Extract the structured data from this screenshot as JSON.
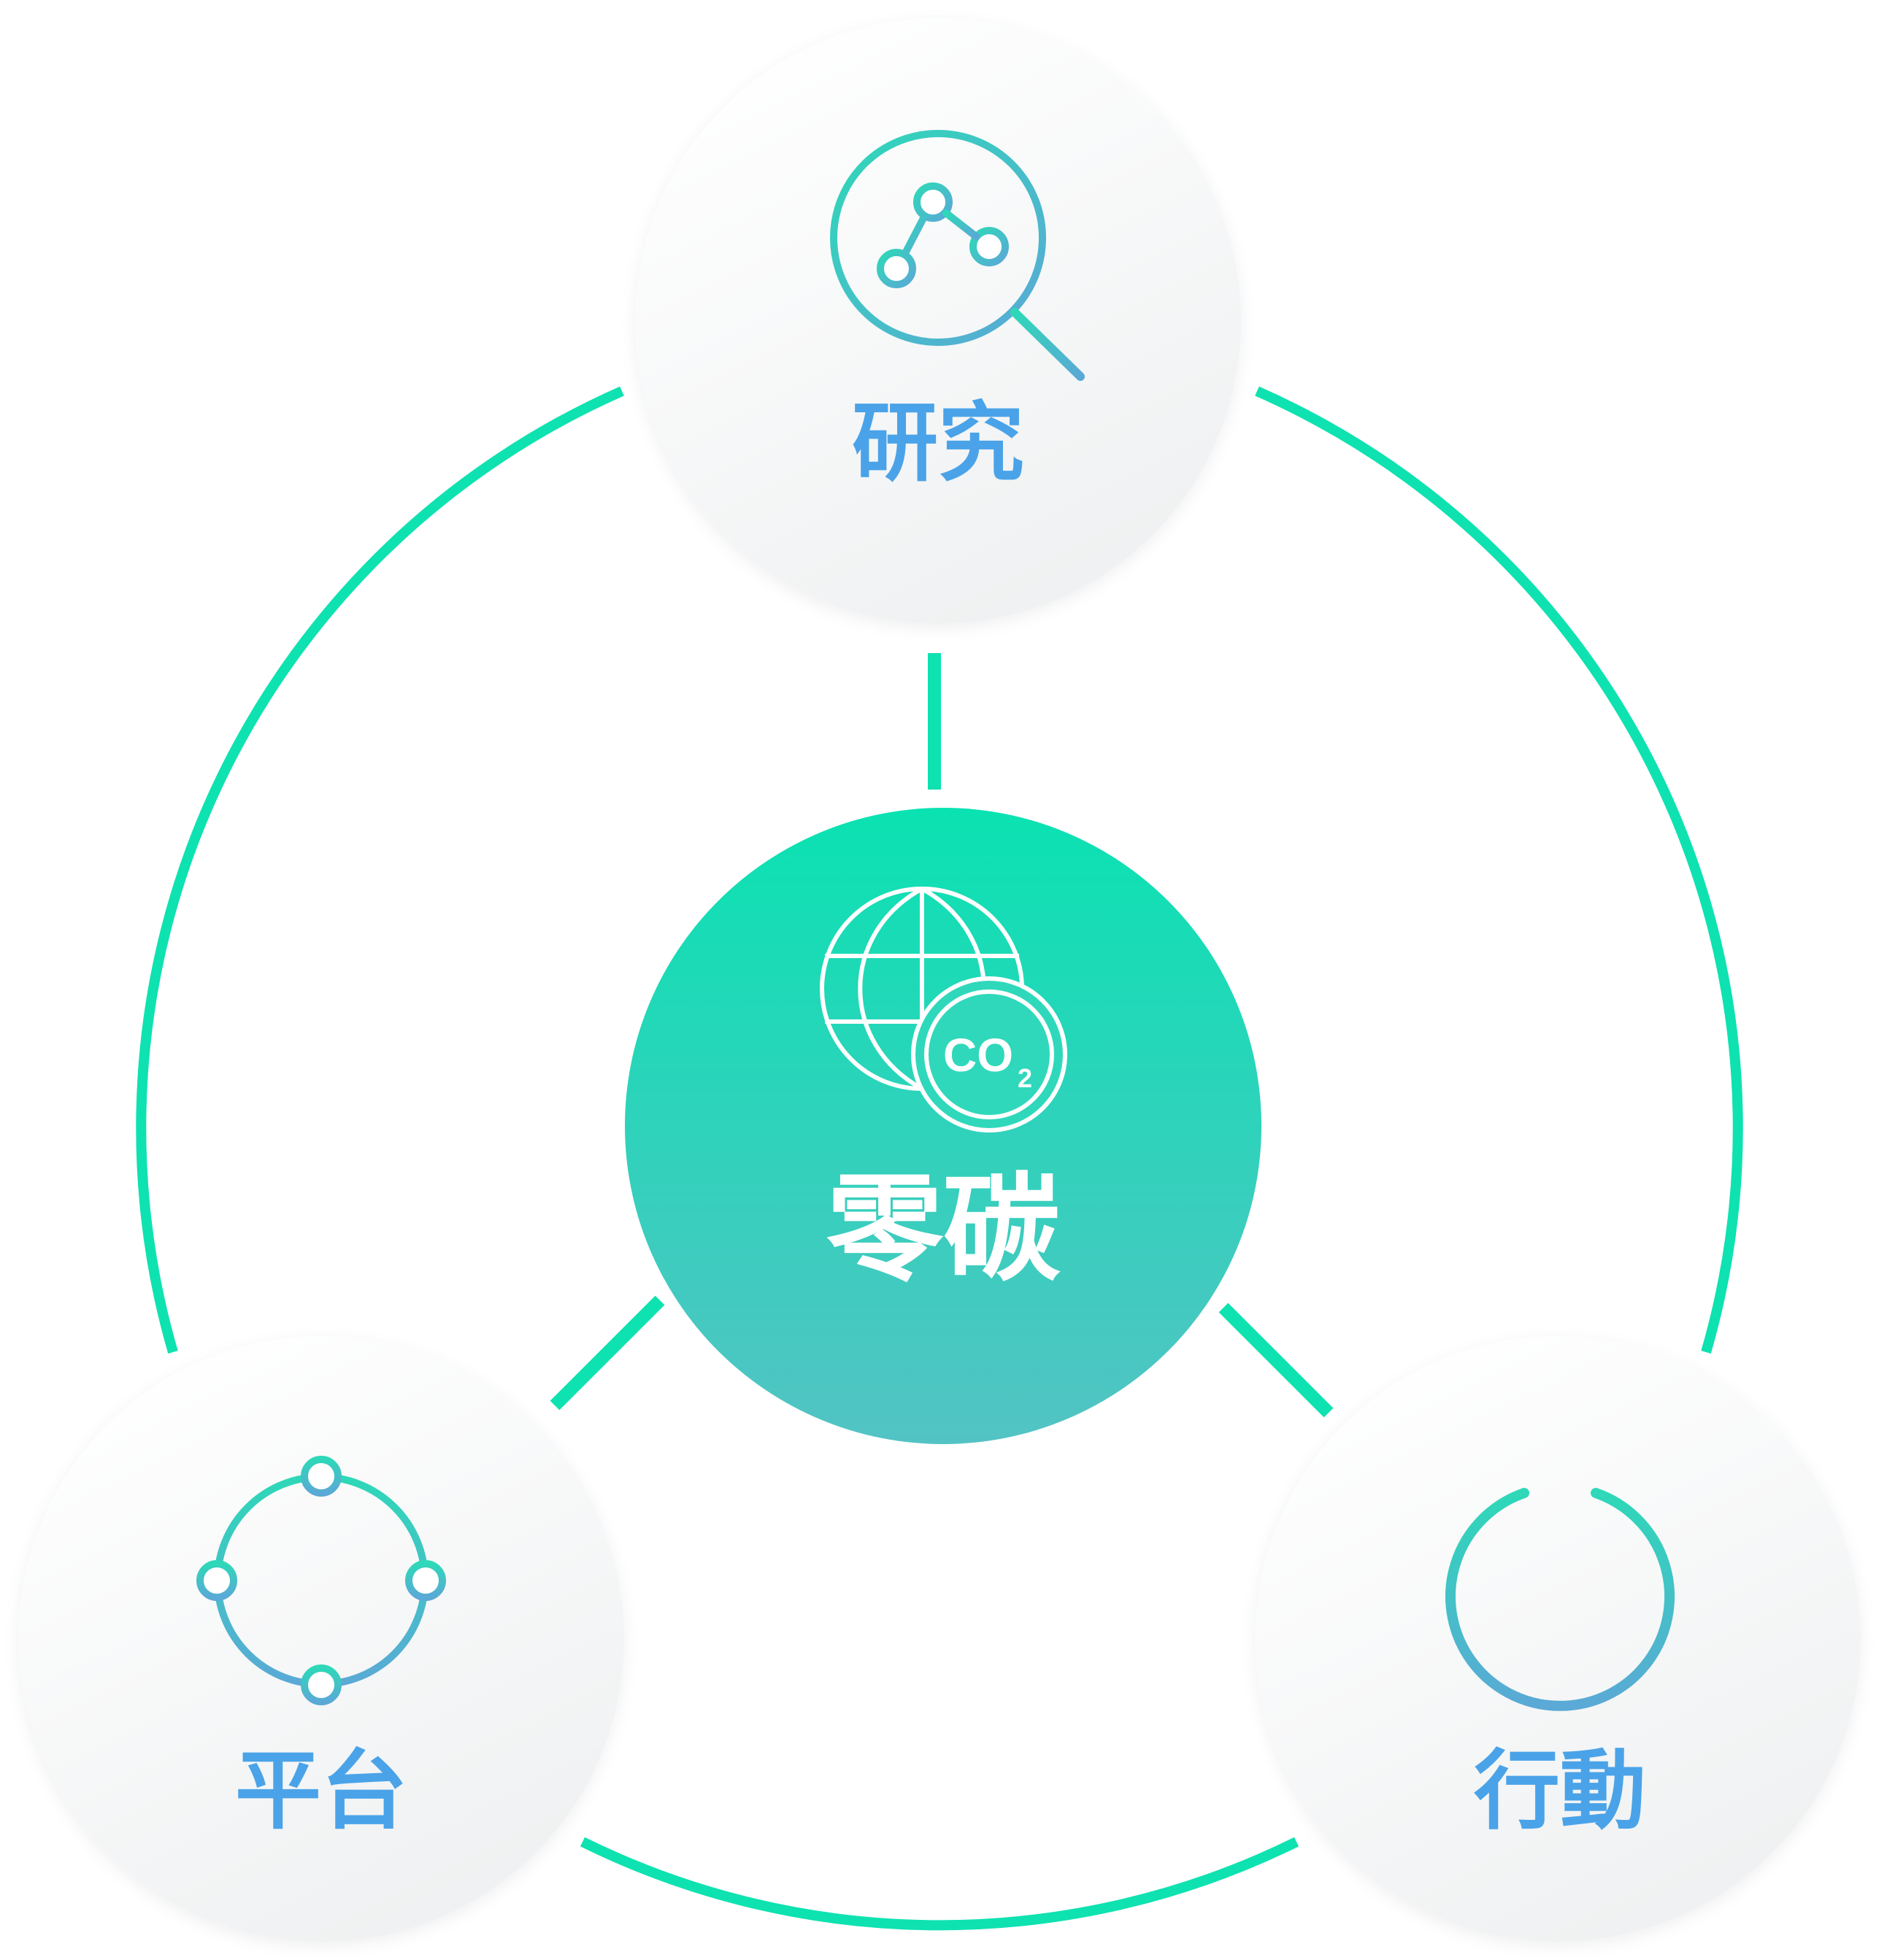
{
  "center": {
    "label": "零碳",
    "icon": "globe-co2-icon",
    "co2_text": "CO",
    "co2_subscript": "2"
  },
  "nodes": {
    "research": {
      "label": "研究",
      "icon": "magnifier-network-icon"
    },
    "platform": {
      "label": "平台",
      "icon": "circular-network-icon"
    },
    "action": {
      "label": "行動",
      "icon": "power-icon"
    }
  },
  "colors": {
    "ring": "#0ee2b0",
    "connector": "#0ee2b0",
    "center_top": "#0ae2b2",
    "center_bottom": "#53c3c4",
    "label_blue": "#4aa3e8",
    "icon_top": "#2ed8b8",
    "icon_bottom": "#5aa9d6",
    "node_light": "#ffffff",
    "node_dark": "#eef0f1",
    "center_text": "#ffffff"
  }
}
